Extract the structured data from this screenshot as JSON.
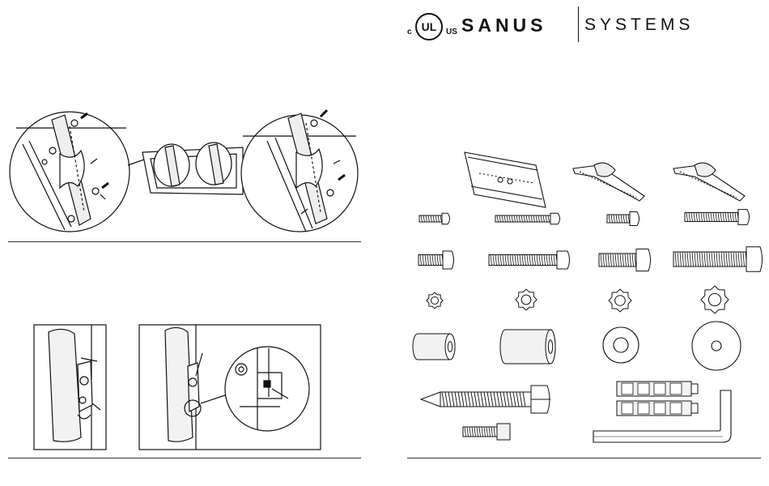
{
  "brand": {
    "name_bold": "SANUS",
    "name_light": "SYSTEMS",
    "cert_mark": "UL",
    "cert_left": "c",
    "cert_right": "US"
  },
  "colors": {
    "ink": "#111111",
    "fill_light": "#f2f2f2",
    "fill_mid": "#d9d9d9"
  },
  "icons": [
    "mounting-rail-icon",
    "mounting-bracket-icon",
    "machine-screw-icon",
    "star-washer-icon",
    "spacer-icon",
    "flat-washer-icon",
    "lag-bolt-icon",
    "drywall-anchor-icon",
    "socket-cap-screw-icon",
    "hex-key-icon"
  ]
}
